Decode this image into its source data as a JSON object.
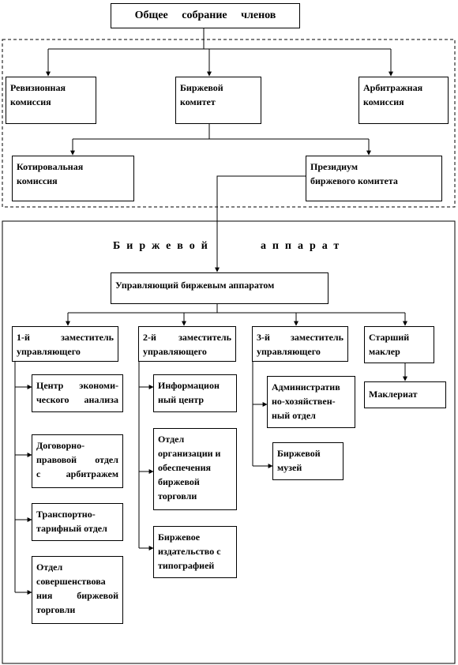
{
  "top": {
    "general_meeting": "Общее собрание членов"
  },
  "council": {
    "revision": "Ревизионная\nкомиссия",
    "exchange_committee": "Биржевой\nкомитет",
    "arbitration": "Арбитражная\nкомиссия",
    "quotation": "Котировальная\nкомиссия",
    "presidium": "Президиум\nбиржевого комитета"
  },
  "apparatus": {
    "heading_left": "Биржевой",
    "heading_right": "аппарат",
    "manager": "Управляющий биржевым аппаратом",
    "deputy1": "1-й заместитель\nуправляющего",
    "deputy2": "2-й заместитель\nуправляющего",
    "deputy3": "3-й заместитель\nуправляющего",
    "senior_broker": "Старший\nмаклер",
    "brokerage": "Маклериат",
    "d1_units": [
      "Центр экономи-\nческого анализа",
      "Договорно-\nправовой отдел\nс арбитражем",
      "Транспортно-\nтарифный отдел",
      "Отдел\nсовершенствова\nния биржевой\nторговли"
    ],
    "d2_units": [
      "Информацион\nный центр",
      "Отдел\nорганизации и\nобеспечения\nбиржевой\nторговли",
      "Биржевое\nиздательство с\nтипографией"
    ],
    "d3_units": [
      "Административ\nно-хозяйствен-\nный отдел",
      "Биржевой\nмузей"
    ]
  }
}
